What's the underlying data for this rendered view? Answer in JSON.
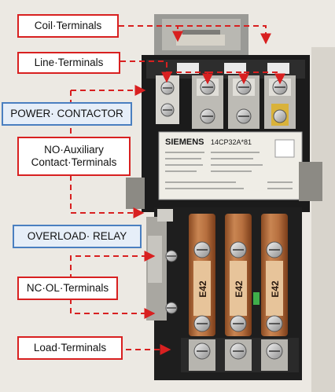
{
  "labels": {
    "coil_terminals": "Coil·Terminals",
    "line_terminals": "Line·Terminals",
    "power_contactor": "POWER· CONTACTOR",
    "no_aux_line1": "NO·Auxiliary",
    "no_aux_line2": "Contact·Terminals",
    "overload_relay": "OVERLOAD· RELAY",
    "nc_ol_terminals": "NC·OL·Terminals",
    "load_terminals": "Load·Terminals"
  },
  "nameplate": {
    "brand": "SIEMENS",
    "model": "14CP32A*81"
  },
  "heater_labels": [
    "E42",
    "E42",
    "E42"
  ],
  "colors": {
    "arrow": "#d82020",
    "callout_red_border": "#d82020",
    "callout_blue_border": "#4a7fc0",
    "callout_blue_fill": "#e6eef8"
  }
}
